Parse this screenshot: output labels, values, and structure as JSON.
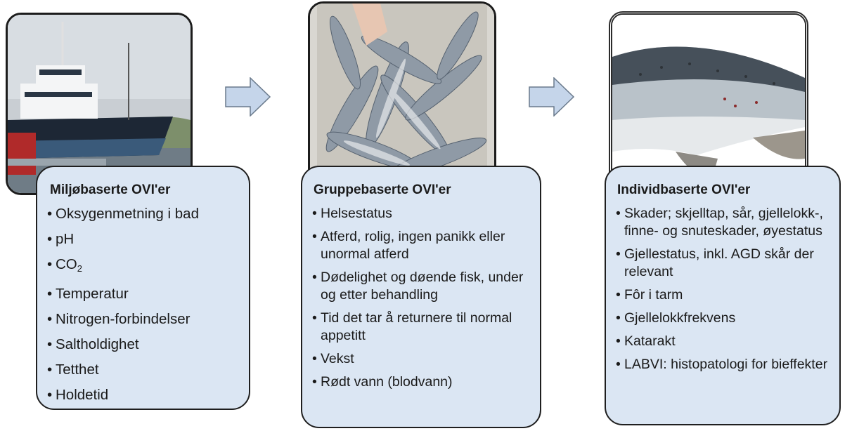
{
  "env": {
    "title": "Miljøbaserte OVI'er",
    "items": [
      "Oksygenmetning i bad",
      "pH",
      "CO",
      "Temperatur",
      "Nitrogen-forbindelser",
      "Saltholdighet",
      "Tetthet",
      "Holdetid"
    ],
    "co2_sub": "2"
  },
  "group": {
    "title": "Gruppebaserte OVI'er",
    "items": [
      "Helsestatus",
      "Atferd, rolig, ingen panikk eller unormal atferd",
      "Dødelighet og døende fisk, under og etter behandling",
      "Tid det tar å returnere til normal appetitt",
      "Vekst",
      "Rødt vann (blodvann)"
    ]
  },
  "individual": {
    "title": "Individbaserte OVI'er",
    "items": [
      "Skader; skjelltap, sår, gjellelokk-, finne- og snuteskader, øyestatus",
      "Gjellestatus, inkl. AGD skår der relevant",
      "Fôr i tarm",
      "Gjellelokkfrekvens",
      "Katarakt",
      "LABVI: histopatologi for bieffekter"
    ]
  },
  "colors": {
    "card_fill": "#dbe6f3",
    "arrow_fill": "#c5d5ea",
    "border": "#1f1f1f"
  }
}
